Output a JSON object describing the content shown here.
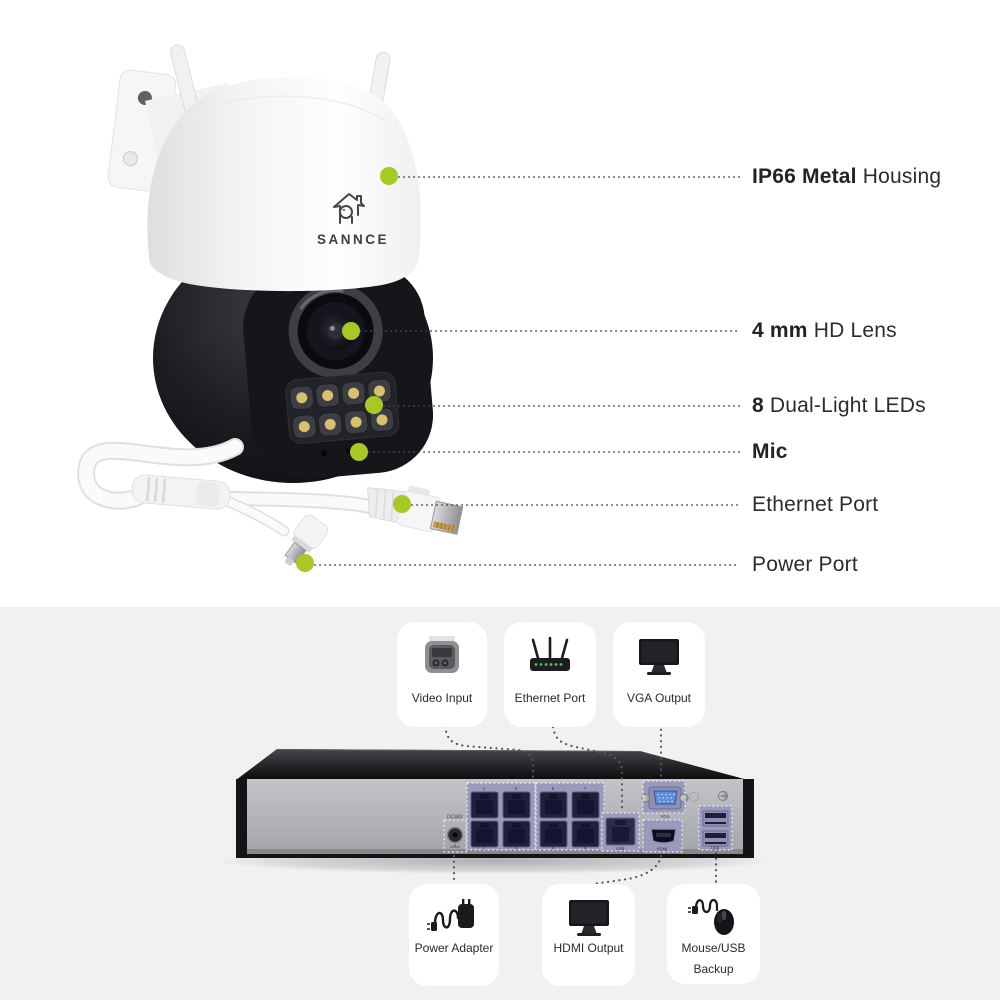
{
  "brand": {
    "name": "SANNCE"
  },
  "callouts": [
    {
      "bold": "IP66 Metal",
      "rest": " Housing"
    },
    {
      "bold": "4 mm",
      "rest": " HD Lens"
    },
    {
      "bold": "8",
      "rest": " Dual-Light LEDs"
    },
    {
      "bold": "Mic",
      "rest": ""
    },
    {
      "bold": "",
      "rest": "Ethernet Port"
    },
    {
      "bold": "",
      "rest": "Power Port"
    }
  ],
  "diagram": {
    "top_cards": [
      {
        "label": "Video Input",
        "icon": "bullet-camera-icon"
      },
      {
        "label": "Ethernet Port",
        "icon": "router-icon"
      },
      {
        "label": "VGA Output",
        "icon": "monitor-icon"
      }
    ],
    "bottom_cards": [
      {
        "label": "Power Adapter",
        "icon": "power-adapter-icon"
      },
      {
        "label": "HDMI Output",
        "icon": "monitor-icon"
      },
      {
        "label_line1": "Mouse/USB",
        "label_line2": "Backup",
        "icon": "mouse-icon"
      }
    ]
  },
  "nvr_ports": {
    "dc_label": "DC48V",
    "lan_label": "LAN",
    "vga_label": "VGA",
    "hdmi_label": "HDMI",
    "usb_label": "USB",
    "poe_numbers_top": [
      "1",
      "3",
      "5",
      "7"
    ],
    "poe_numbers_bottom": [
      "2",
      "4",
      "6",
      "8"
    ]
  },
  "colors": {
    "accent_green": "#a6c923",
    "section_bg": "#f1f1f2",
    "leader_dots": "#47474b"
  }
}
